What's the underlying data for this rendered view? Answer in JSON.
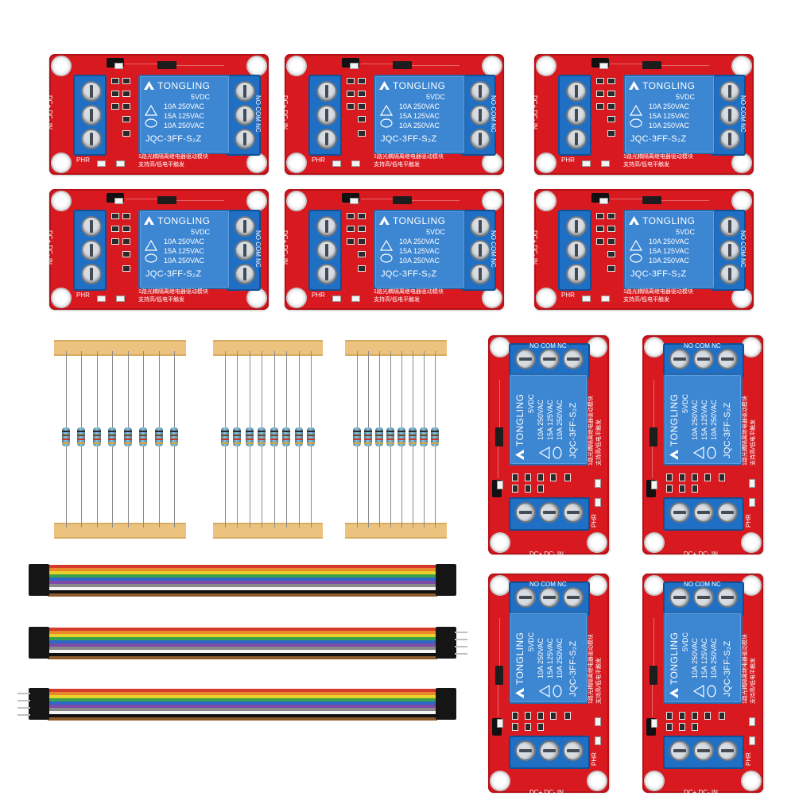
{
  "title": "",
  "relay_board": {
    "brand": "TONGLING",
    "voltage": "5VDC",
    "rating_1": "10A 250VAC",
    "rating_2": "15A 125VAC",
    "rating_3": "10A 250VAC",
    "model": "JQC-3FF-S₂Z",
    "input_label": "DC+  DC-  IN",
    "output_label": "NO  COM  NC",
    "phr_label": "PHR",
    "chinese_line_1": "1路光耦隔离继电器驱动模块",
    "chinese_line_2": "支持高/低电平触发"
  },
  "colors": {
    "pcb": "#d8191f",
    "relay_body": "#3c86d2",
    "terminal": "#1f6fc4",
    "tape": "#ebc37e",
    "wires": [
      "#d63a2a",
      "#e8892b",
      "#e9d12d",
      "#3aa14a",
      "#2f67c9",
      "#7e4aa8",
      "#8a8a8a",
      "#f4f4f4",
      "#111111",
      "#8b5a2b"
    ]
  },
  "items": {
    "relay_boards": 10,
    "resistor_strips": 3,
    "resistors_per_strip": 8,
    "jumper_cables": 3
  },
  "icons": [
    "relay-module-icon",
    "resistor-icon",
    "dupont-cable-icon"
  ]
}
